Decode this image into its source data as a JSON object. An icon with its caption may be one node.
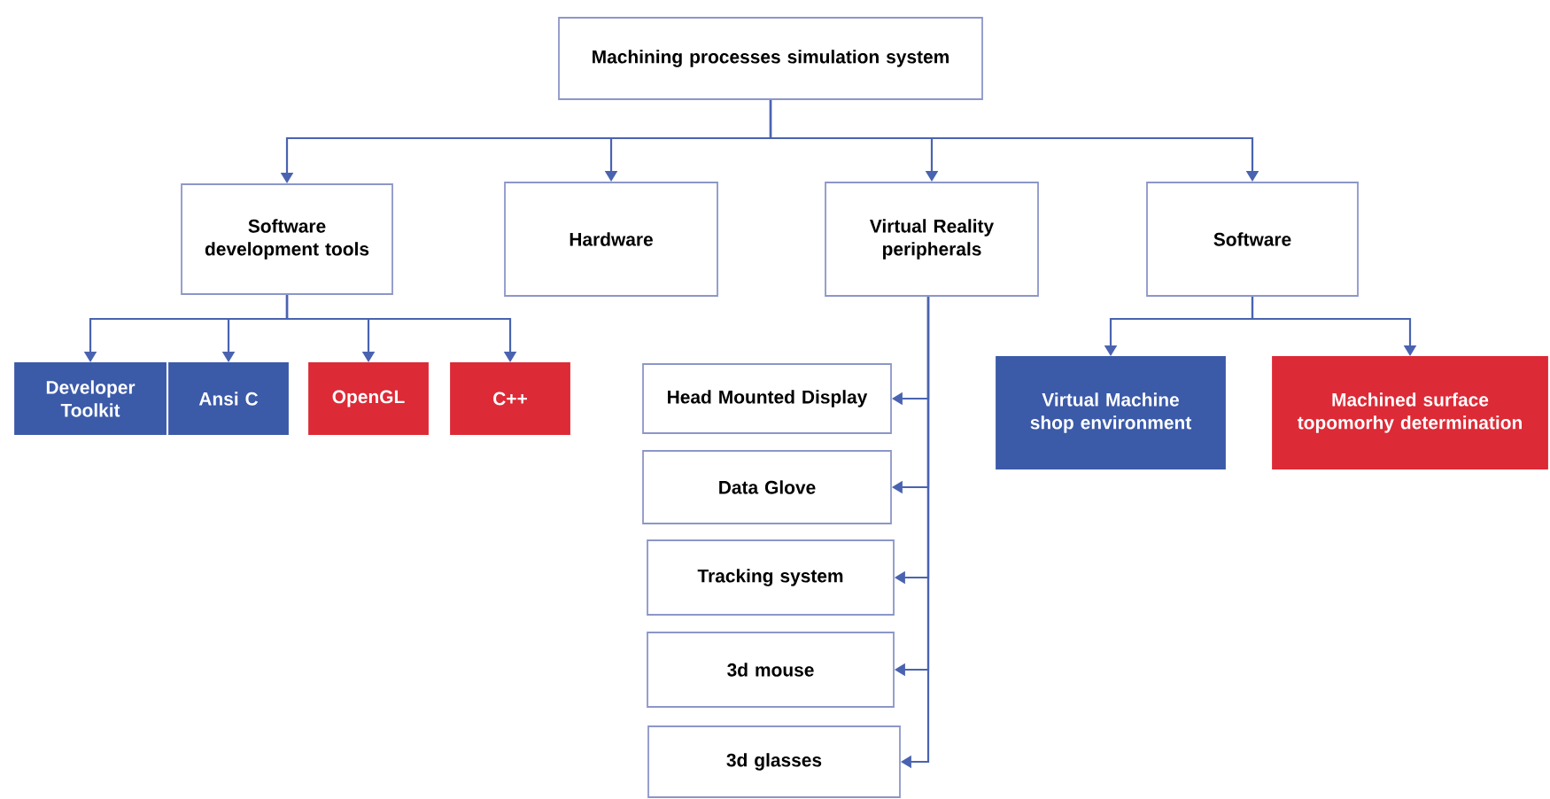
{
  "diagram": {
    "nodes": [
      {
        "text": [
          "Machining processes simulation system"
        ]
      },
      {
        "text": [
          "Software development tools"
        ]
      },
      {
        "text": [
          "Hardware"
        ]
      },
      {
        "text": [
          "Virtual Reality peripherals"
        ]
      },
      {
        "text": [
          "Software"
        ]
      },
      {
        "text": [
          "Developer Toolkit"
        ]
      },
      {
        "text": [
          "Ansi C"
        ]
      },
      {
        "text": [
          "OpenGL"
        ]
      },
      {
        "text": [
          "C++"
        ]
      },
      {
        "text": [
          "Head Mounted Display"
        ]
      },
      {
        "text": [
          "Data Glove"
        ]
      },
      {
        "text": [
          "Tracking system"
        ]
      },
      {
        "text": [
          "3d mouse"
        ]
      },
      {
        "text": [
          "3d glasses"
        ]
      },
      {
        "text": [
          "Virtual Machine shop environment"
        ]
      },
      {
        "text": [
          "Machined surface topomorhy determination"
        ]
      }
    ],
    "edges": [
      {
        "from": 0,
        "to": 1,
        "arrow": "to"
      },
      {
        "from": 0,
        "to": 2,
        "arrow": "to"
      },
      {
        "from": 0,
        "to": 3,
        "arrow": "to"
      },
      {
        "from": 0,
        "to": 4,
        "arrow": "to"
      },
      {
        "from": 1,
        "to": 5,
        "arrow": "to"
      },
      {
        "from": 1,
        "to": 6,
        "arrow": "to"
      },
      {
        "from": 1,
        "to": 7,
        "arrow": "to"
      },
      {
        "from": 1,
        "to": 8,
        "arrow": "to"
      },
      {
        "from": 3,
        "to": 9,
        "arrow": "to"
      },
      {
        "from": 3,
        "to": 10,
        "arrow": "to"
      },
      {
        "from": 3,
        "to": 11,
        "arrow": "to"
      },
      {
        "from": 3,
        "to": 12,
        "arrow": "to"
      },
      {
        "from": 3,
        "to": 13,
        "arrow": "to"
      },
      {
        "from": 4,
        "to": 14,
        "arrow": "to"
      },
      {
        "from": 4,
        "to": 15,
        "arrow": "to"
      }
    ]
  }
}
